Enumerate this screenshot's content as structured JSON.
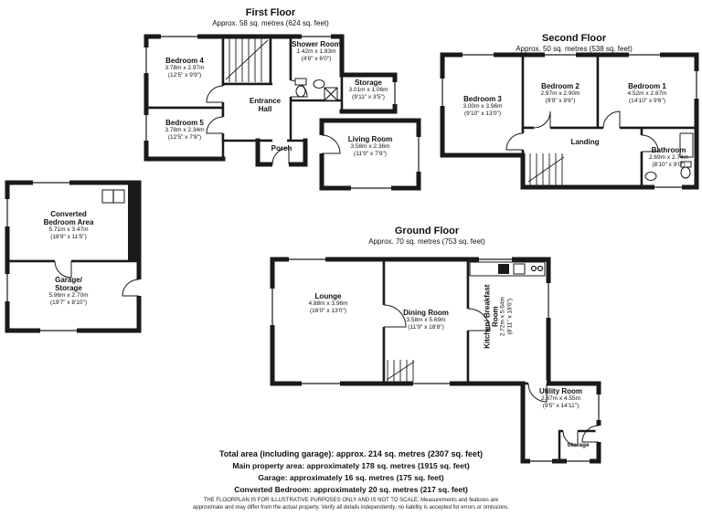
{
  "colors": {
    "wall": "#1a1a1a",
    "background": "#ffffff"
  },
  "floors": {
    "first": {
      "title": "First Floor",
      "subtitle": "Approx. 58 sq. metres (624 sq. feet)",
      "rooms": {
        "bedroom4": {
          "name": "Bedroom 4",
          "metric": "3.78m x 2.97m",
          "imperial": "(12'5\" x 9'9\")"
        },
        "bedroom5": {
          "name": "Bedroom 5",
          "metric": "3.78m x 2.34m",
          "imperial": "(12'5\" x 7'8\")"
        },
        "shower_room": {
          "name": "Shower Room",
          "metric": "1.42m x 1.83m",
          "imperial": "(4'8\" x 6'0\")"
        },
        "storage": {
          "name": "Storage",
          "metric": "3.01m x 1.06m",
          "imperial": "(9'11\" x 3'5\")"
        },
        "entrance_hall": {
          "name": "Entrance Hall"
        },
        "porch": {
          "name": "Porch"
        },
        "living_room": {
          "name": "Living Room",
          "metric": "3.58m x 2.36m",
          "imperial": "(11'9\" x 7'9\")"
        }
      }
    },
    "second": {
      "title": "Second Floor",
      "subtitle": "Approx. 50 sq. metres (538 sq. feet)",
      "rooms": {
        "bedroom3": {
          "name": "Bedroom 3",
          "metric": "3.00m x 3.96m",
          "imperial": "(9'10\" x 13'0\")"
        },
        "bedroom2": {
          "name": "Bedroom 2",
          "metric": "2.97m x 2.90m",
          "imperial": "(9'9\" x 9'6\")"
        },
        "bedroom1": {
          "name": "Bedroom 1",
          "metric": "4.52m x 2.87m",
          "imperial": "(14'10\" x 9'6\")"
        },
        "landing": {
          "name": "Landing"
        },
        "bathroom": {
          "name": "Bathroom",
          "metric": "2.69m x 2.74m",
          "imperial": "(8'10\" x 9'0\")"
        }
      }
    },
    "converted": {
      "rooms": {
        "converted_bedroom": {
          "name": "Converted Bedroom Area",
          "metric": "5.71m x 3.47m",
          "imperial": "(18'9\" x 11'5\")"
        },
        "garage_storage": {
          "name": "Garage/ Storage",
          "metric": "5.96m x 2.70m",
          "imperial": "(19'7\" x 8'10\")"
        }
      }
    },
    "ground": {
      "title": "Ground Floor",
      "subtitle": "Approx. 70 sq. metres (753 sq. feet)",
      "rooms": {
        "lounge": {
          "name": "Lounge",
          "metric": "4.88m x 3.96m",
          "imperial": "(16'0\" x 13'0\")"
        },
        "dining_room": {
          "name": "Dining Room",
          "metric": "3.58m x 5.69m",
          "imperial": "(11'9\" x 18'8\")"
        },
        "kitchen": {
          "name": "Kitchen/ Breakfast Room",
          "metric": "2.72m x 5.64m",
          "imperial": "(8'11\" x 18'6\")"
        },
        "utility_room": {
          "name": "Utility Room",
          "metric": "2.87m x 4.55m",
          "imperial": "(9'5\" x 14'11\")"
        },
        "storage": {
          "name": "Storage"
        }
      }
    }
  },
  "footer": {
    "total": "Total area (including garage): approx. 214 sq. metres (2307 sq. feet)",
    "main": "Main property area: approximately 178 sq. metres (1915 sq. feet)",
    "garage": "Garage: approximately 16 sq. metres (175 sq. feet)",
    "converted": "Converted Bedroom: approximately 20 sq. metres (217 sq. feet)",
    "disclaimer1": "THE FLOORPLAN IS FOR ILLUSTRATIVE PURPOSES ONLY AND IS NOT TO SCALE. Measurements and features are",
    "disclaimer2": "approximate and may differ from the actual property. Verify all details independently; no liability is accepted for errors or omissions."
  }
}
